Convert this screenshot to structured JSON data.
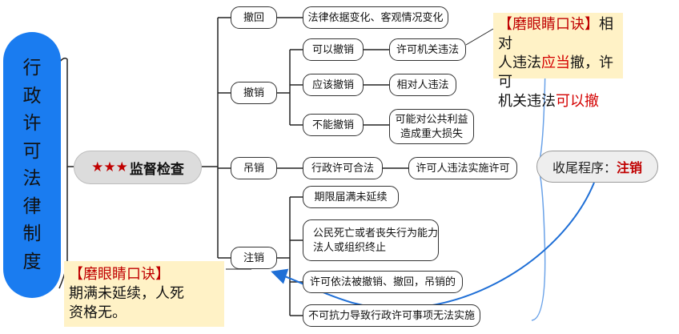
{
  "main_title": [
    "行",
    "政",
    "许",
    "可",
    "法",
    "律",
    "制",
    "度"
  ],
  "center": {
    "stars": "★★★",
    "label": "监督检查"
  },
  "branches": {
    "chehui": {
      "label": "撤回",
      "child": "法律依据变化、客观情况变化"
    },
    "chexiao": {
      "label": "撤销",
      "children": [
        {
          "label": "可以撤销",
          "detail": "许可机关违法"
        },
        {
          "label": "应该撤销",
          "detail": "相对人违法"
        },
        {
          "label": "不能撤销",
          "detail_lines": [
            "可能对公共利益",
            "造成重大损失"
          ]
        }
      ]
    },
    "diaoxiao": {
      "label": "吊销",
      "child": "行政许可合法",
      "detail": "许可人违法实施许可"
    },
    "zhuxiao": {
      "label": "注销",
      "children": [
        {
          "label": "期限届满未延续"
        },
        {
          "lines": [
            "公民死亡或者丧失行为能力",
            "法人或组织终止"
          ]
        },
        {
          "label": "许可依法被撤销、撤回，吊销的"
        },
        {
          "label": "不可抗力导致行政许可事项无法实施"
        }
      ]
    }
  },
  "note_top": {
    "bracket": "【磨眼睛口诀】",
    "t1": "相对",
    "t2": "人违法",
    "hl1": "应当",
    "t3": "撤，许可",
    "t4": "机关违法",
    "hl2": "可以撤"
  },
  "note_bottom": {
    "bracket": "【磨眼睛口诀】",
    "line1": "期满未延续，人死",
    "line2": "资格无。"
  },
  "tail": {
    "prefix": "收尾程序：",
    "emph": "注销"
  },
  "colors": {
    "main_pill": "#1a7cf0",
    "accent_red": "#c00000",
    "note_bg": "#fff2c6",
    "line": "#222222",
    "arrow": "#1f6fd6"
  }
}
